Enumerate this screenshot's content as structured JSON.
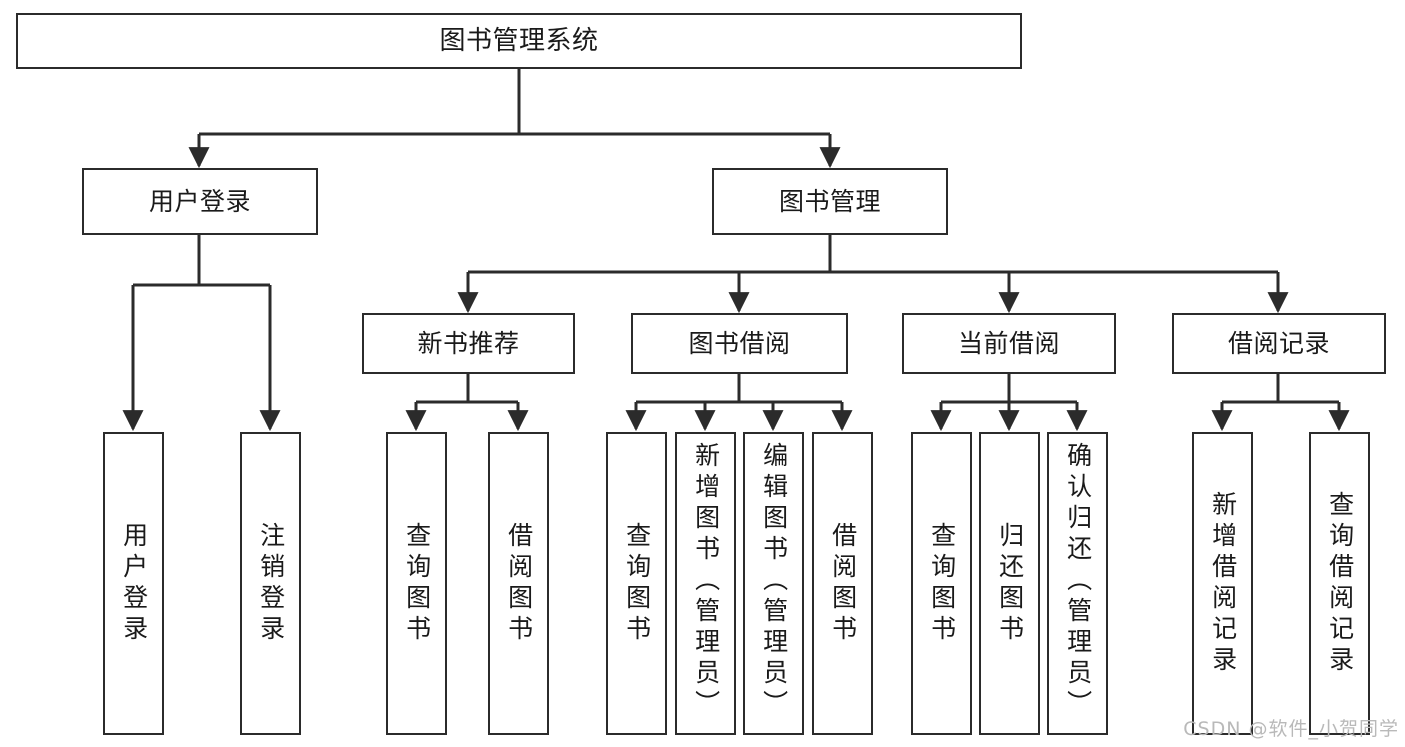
{
  "diagram": {
    "title": "图书管理系统",
    "watermark": "CSDN @软件_小贺同学",
    "colors": {
      "stroke": "#2b2b2b",
      "fill": "#ffffff",
      "text": "#1a1a1a",
      "watermark": "#b9b9b9"
    },
    "levels": {
      "root": {
        "id": "root",
        "label": "图书管理系统"
      },
      "level2": [
        {
          "id": "user-login",
          "label": "用户登录"
        },
        {
          "id": "book-manage",
          "label": "图书管理"
        }
      ],
      "level3": [
        {
          "id": "new-book-recommend",
          "label": "新书推荐",
          "parent": "book-manage"
        },
        {
          "id": "book-borrow",
          "label": "图书借阅",
          "parent": "book-manage"
        },
        {
          "id": "current-borrow",
          "label": "当前借阅",
          "parent": "book-manage"
        },
        {
          "id": "borrow-record",
          "label": "借阅记录",
          "parent": "book-manage"
        }
      ],
      "leaves": [
        {
          "id": "leaf-user-login",
          "label": "用户登录",
          "parent": "user-login"
        },
        {
          "id": "leaf-logout",
          "label": "注销登录",
          "parent": "user-login"
        },
        {
          "id": "leaf-query-book-1",
          "label": "查询图书",
          "parent": "new-book-recommend"
        },
        {
          "id": "leaf-borrow-book-1",
          "label": "借阅图书",
          "parent": "new-book-recommend"
        },
        {
          "id": "leaf-query-book-2",
          "label": "查询图书",
          "parent": "book-borrow"
        },
        {
          "id": "leaf-add-book",
          "label": "新增图书（管理员）",
          "parent": "book-borrow"
        },
        {
          "id": "leaf-edit-book",
          "label": "编辑图书（管理员）",
          "parent": "book-borrow"
        },
        {
          "id": "leaf-borrow-book-2",
          "label": "借阅图书",
          "parent": "book-borrow"
        },
        {
          "id": "leaf-query-book-3",
          "label": "查询图书",
          "parent": "current-borrow"
        },
        {
          "id": "leaf-return-book",
          "label": "归还图书",
          "parent": "current-borrow"
        },
        {
          "id": "leaf-confirm-return",
          "label": "确认归还（管理员）",
          "parent": "current-borrow"
        },
        {
          "id": "leaf-add-record",
          "label": "新增借阅记录",
          "parent": "borrow-record"
        },
        {
          "id": "leaf-query-record",
          "label": "查询借阅记录",
          "parent": "borrow-record"
        }
      ]
    }
  }
}
